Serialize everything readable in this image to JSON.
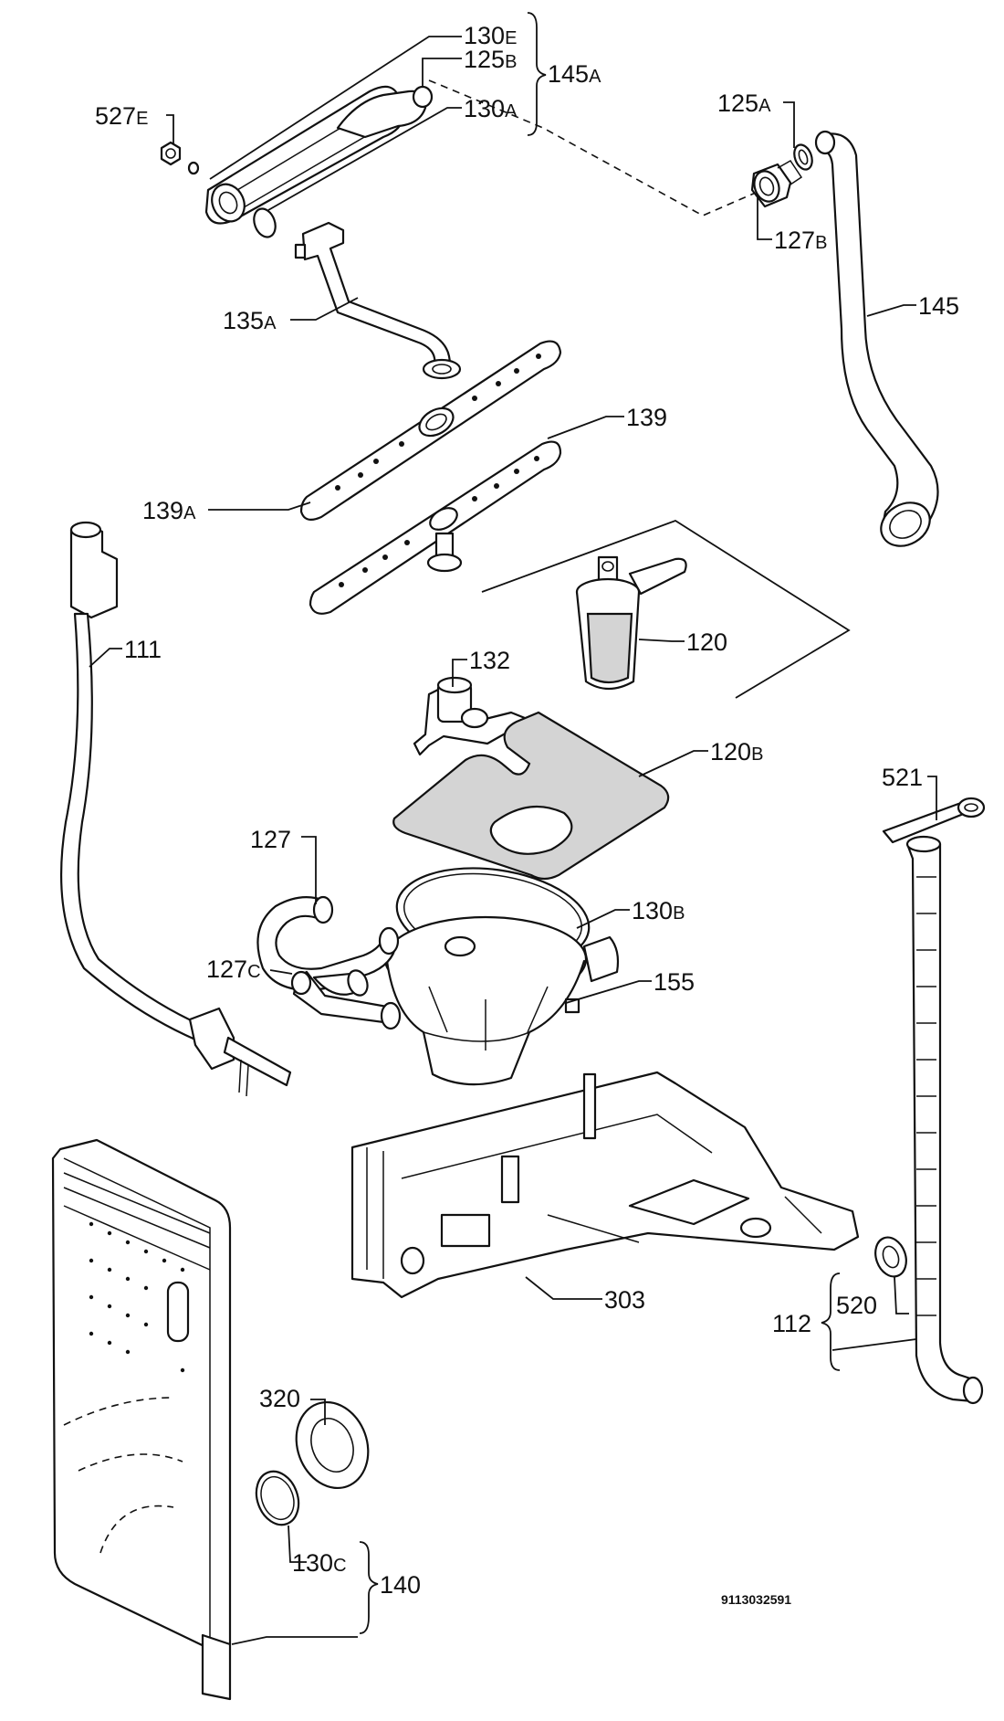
{
  "document_number": "9113032591",
  "labels": {
    "l_130E": {
      "main": "130",
      "suffix": "E"
    },
    "l_125B": {
      "main": "125",
      "suffix": "B"
    },
    "l_145A": {
      "main": "145",
      "suffix": "A"
    },
    "l_130A": {
      "main": "130",
      "suffix": "A"
    },
    "l_527E": {
      "main": "527",
      "suffix": "E"
    },
    "l_125A": {
      "main": "125",
      "suffix": "A"
    },
    "l_127B": {
      "main": "127",
      "suffix": "B"
    },
    "l_145": {
      "main": "145",
      "suffix": ""
    },
    "l_135A": {
      "main": "135",
      "suffix": "A"
    },
    "l_139": {
      "main": "139",
      "suffix": ""
    },
    "l_139A": {
      "main": "139",
      "suffix": "A"
    },
    "l_111": {
      "main": "111",
      "suffix": ""
    },
    "l_120": {
      "main": "120",
      "suffix": ""
    },
    "l_132": {
      "main": "132",
      "suffix": ""
    },
    "l_120B": {
      "main": "120",
      "suffix": "B"
    },
    "l_521": {
      "main": "521",
      "suffix": ""
    },
    "l_127": {
      "main": "127",
      "suffix": ""
    },
    "l_130B": {
      "main": "130",
      "suffix": "B"
    },
    "l_127C": {
      "main": "127",
      "suffix": "C"
    },
    "l_155": {
      "main": "155",
      "suffix": ""
    },
    "l_303": {
      "main": "303",
      "suffix": ""
    },
    "l_112": {
      "main": "112",
      "suffix": ""
    },
    "l_520": {
      "main": "520",
      "suffix": ""
    },
    "l_320": {
      "main": "320",
      "suffix": ""
    },
    "l_130C": {
      "main": "130",
      "suffix": "C"
    },
    "l_140": {
      "main": "140",
      "suffix": ""
    }
  }
}
